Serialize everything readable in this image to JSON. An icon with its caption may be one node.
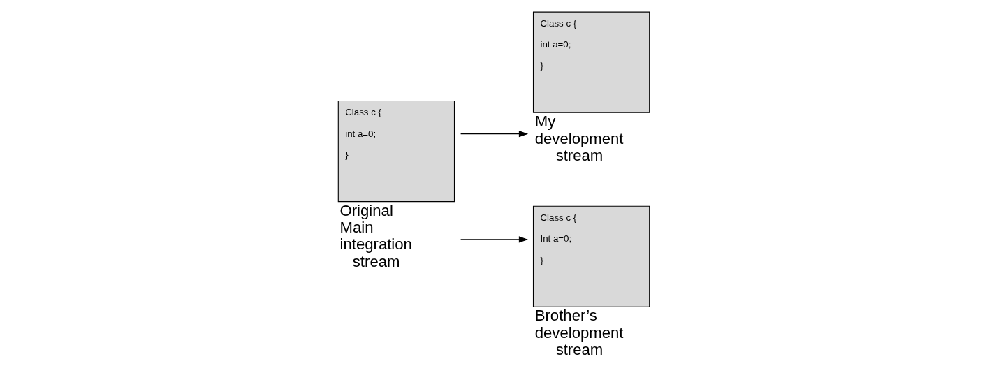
{
  "diagram": {
    "nodes": [
      {
        "text": [
          "Class c {",
          "int a=0;",
          "}"
        ],
        "beside": [
          "Original Main integration stream"
        ]
      },
      {
        "text": [
          "Class c {",
          "int a=0;",
          "}"
        ],
        "beside": [
          "My development stream"
        ]
      },
      {
        "text": [
          "Class c {",
          "Int a=0;",
          "}"
        ],
        "beside": [
          "Brother’s development stream"
        ]
      }
    ],
    "edges": [
      {
        "from": 0,
        "to": 1,
        "arrow": "to"
      },
      {
        "from": 0,
        "to": 2,
        "arrow": "to"
      }
    ]
  }
}
